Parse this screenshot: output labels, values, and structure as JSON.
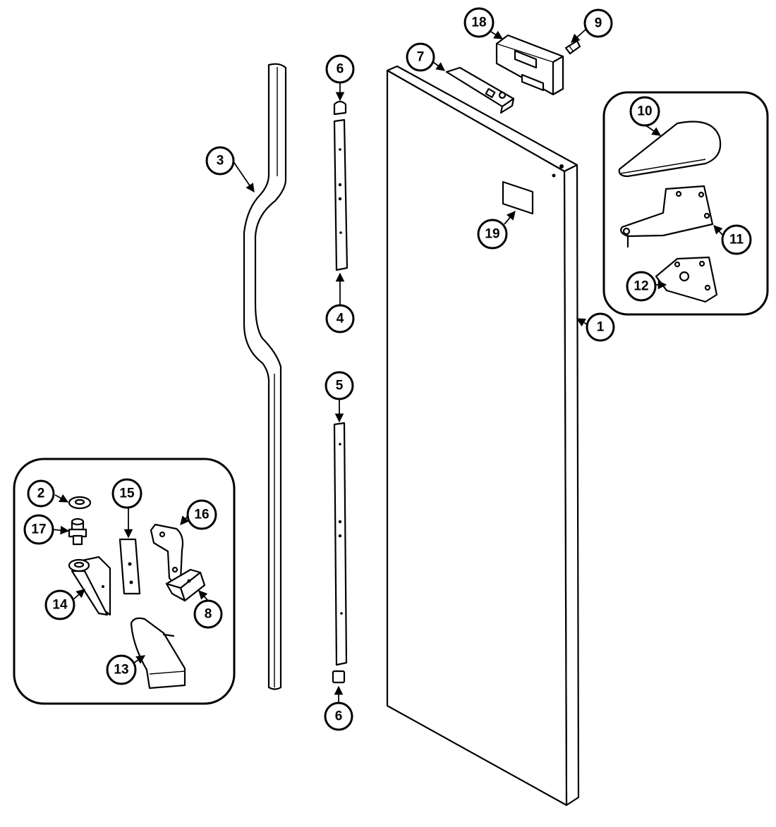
{
  "callouts": {
    "c1": "1",
    "c2": "2",
    "c3": "3",
    "c4": "4",
    "c5": "5",
    "c6_top": "6",
    "c6_bottom": "6",
    "c7": "7",
    "c8": "8",
    "c9": "9",
    "c10": "10",
    "c11": "11",
    "c12": "12",
    "c13": "13",
    "c14": "14",
    "c15": "15",
    "c16": "16",
    "c17": "17",
    "c18": "18",
    "c19": "19"
  }
}
